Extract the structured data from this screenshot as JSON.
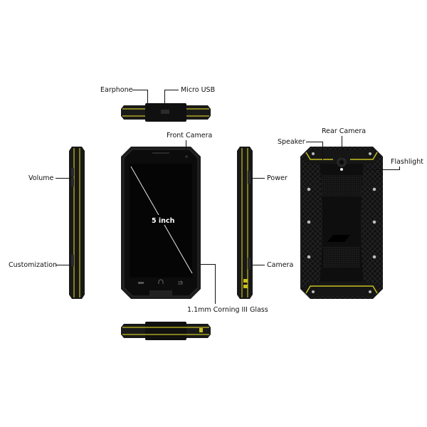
{
  "colors": {
    "accent_yellow": "#c8c020",
    "body_black": "#141414",
    "screen_black": "#050505",
    "background": "#ffffff"
  },
  "views": {
    "top": "top-edge-view",
    "front": "front-view",
    "left": "left-side-view",
    "right": "right-side-view",
    "back": "back-view",
    "bottom": "bottom-edge-view"
  },
  "labels": {
    "earphone": "Earphone",
    "micro_usb": "Micro USB",
    "front_camera": "Front Camera",
    "screen_size": "5 inch",
    "glass": "1.1mm Corning III Glass",
    "volume": "Volume",
    "customization": "Customization",
    "power": "Power",
    "camera": "Camera",
    "speaker": "Speaker",
    "rear_camera": "Rear Camera",
    "flashlight": "Flashlight"
  }
}
